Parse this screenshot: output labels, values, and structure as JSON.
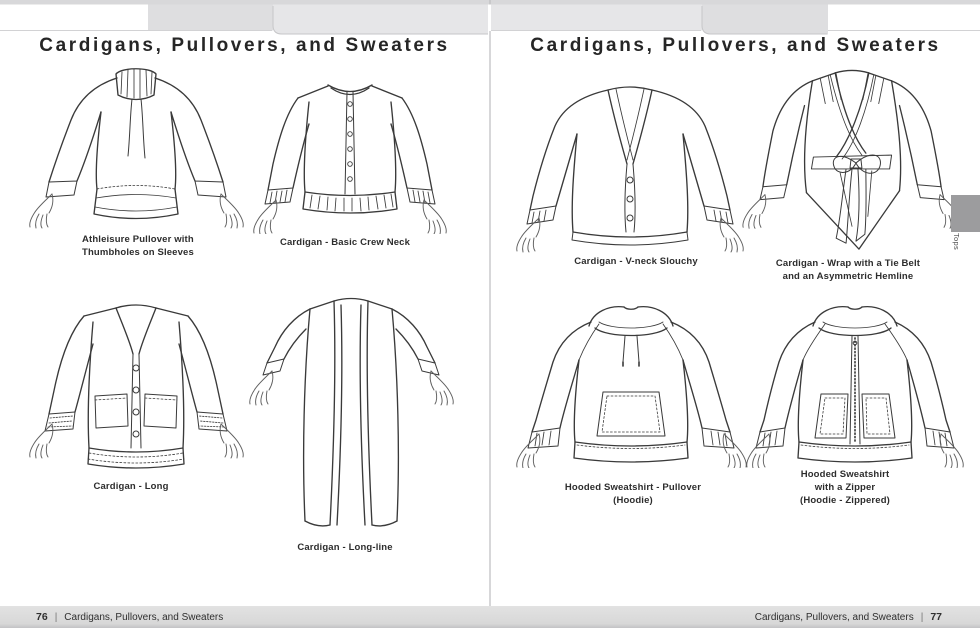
{
  "viewer": {
    "section_tab_label": "Tops"
  },
  "pages": {
    "left": {
      "title": "Cardigans, Pullovers, and Sweaters",
      "page_number": "76",
      "footer_separator": "|",
      "footer_text": "Cardigans, Pullovers, and Sweaters",
      "figures": [
        {
          "caption_lines": [
            "Athleisure Pullover with",
            "Thumbholes on Sleeves"
          ]
        },
        {
          "caption_lines": [
            "Cardigan - Basic Crew Neck"
          ]
        },
        {
          "caption_lines": [
            "Cardigan - Long"
          ]
        },
        {
          "caption_lines": [
            "Cardigan - Long-line"
          ]
        }
      ]
    },
    "right": {
      "title": "Cardigans, Pullovers, and Sweaters",
      "page_number": "77",
      "footer_separator": "|",
      "footer_text": "Cardigans, Pullovers, and Sweaters",
      "figures": [
        {
          "caption_lines": [
            "Cardigan - V-neck Slouchy"
          ]
        },
        {
          "caption_lines": [
            "Cardigan - Wrap with a Tie Belt",
            "and an Asymmetric Hemline"
          ]
        },
        {
          "caption_lines": [
            "Hooded Sweatshirt - Pullover",
            "(Hoodie)"
          ]
        },
        {
          "caption_lines": [
            "Hooded Sweatshirt",
            "with a Zipper",
            "(Hoodie - Zippered)"
          ]
        }
      ]
    }
  }
}
